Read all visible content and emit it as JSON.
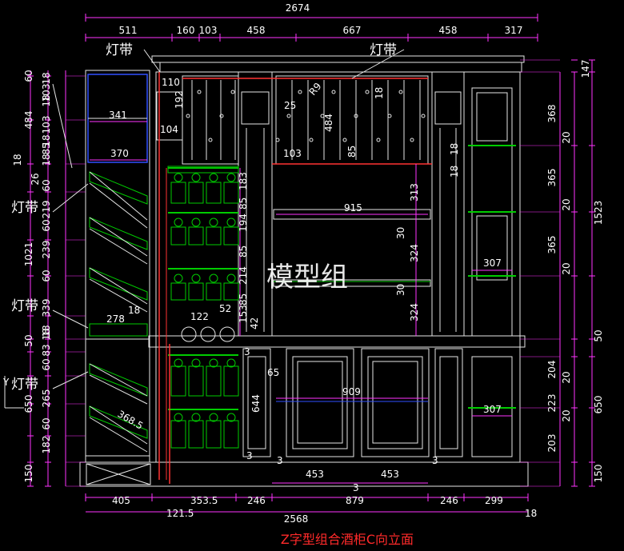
{
  "colors": {
    "background": "#000000",
    "line": "#e6e6e6",
    "dimension": "#ff33ff",
    "shelf": "#00cc00",
    "light_strip": "#ff3333",
    "frame": "#3050ff",
    "title": "#ff2a2a"
  },
  "title": "Z字型组合酒柜C向立面",
  "watermark": "模型组",
  "labels": {
    "light_strip": "灯带",
    "axis_y": "Y"
  },
  "top_dims": {
    "overall": "2674",
    "segments": [
      "511",
      "160",
      "103",
      "458",
      "667",
      "458",
      "317"
    ]
  },
  "bottom_dims": {
    "overall": "2568",
    "segments": [
      "405",
      "353.5",
      "246",
      "879",
      "246",
      "299"
    ],
    "offset_a": "121.5",
    "offset_b": "18",
    "door_left": "453",
    "door_right": "453",
    "gap": "3"
  },
  "left_dims": [
    "60",
    "18",
    "103",
    "18",
    "484",
    "103",
    "18",
    "18",
    "85",
    "18",
    "26",
    "60",
    "219",
    "60",
    "1021",
    "239",
    "60",
    "339",
    "18",
    "50",
    "18",
    "83",
    "60",
    "650",
    "265",
    "60",
    "182",
    "150"
  ],
  "right_dims": [
    "147",
    "368",
    "20",
    "365",
    "1523",
    "20",
    "365",
    "20",
    "50",
    "204",
    "20",
    "650",
    "223",
    "20",
    "203",
    "150"
  ],
  "inner_dims": {
    "d110": "110",
    "d192": "192",
    "d104": "104",
    "d341": "341",
    "d370": "370",
    "d25": "25",
    "r9": "R9",
    "d484": "484",
    "d18a": "18",
    "d103": "103",
    "d85": "85",
    "d18b": "18",
    "d18c": "18",
    "d183": "183",
    "d85a": "85",
    "d194": "194",
    "d85b": "85",
    "d214": "214",
    "d85c": "85",
    "d153": "153",
    "d52": "52",
    "d122": "122",
    "d42": "42",
    "d85d": "85",
    "d915": "915",
    "d313": "313",
    "d30a": "30",
    "d324a": "324",
    "d30b": "30",
    "d324b": "324",
    "d307a": "307",
    "d307b": "307",
    "d278": "278",
    "d18d": "18",
    "d368_5": "368.5",
    "d909": "909",
    "d65": "65",
    "d644": "644",
    "d3a": "3",
    "d3b": "3",
    "d3c": "3",
    "d3d": "3"
  }
}
